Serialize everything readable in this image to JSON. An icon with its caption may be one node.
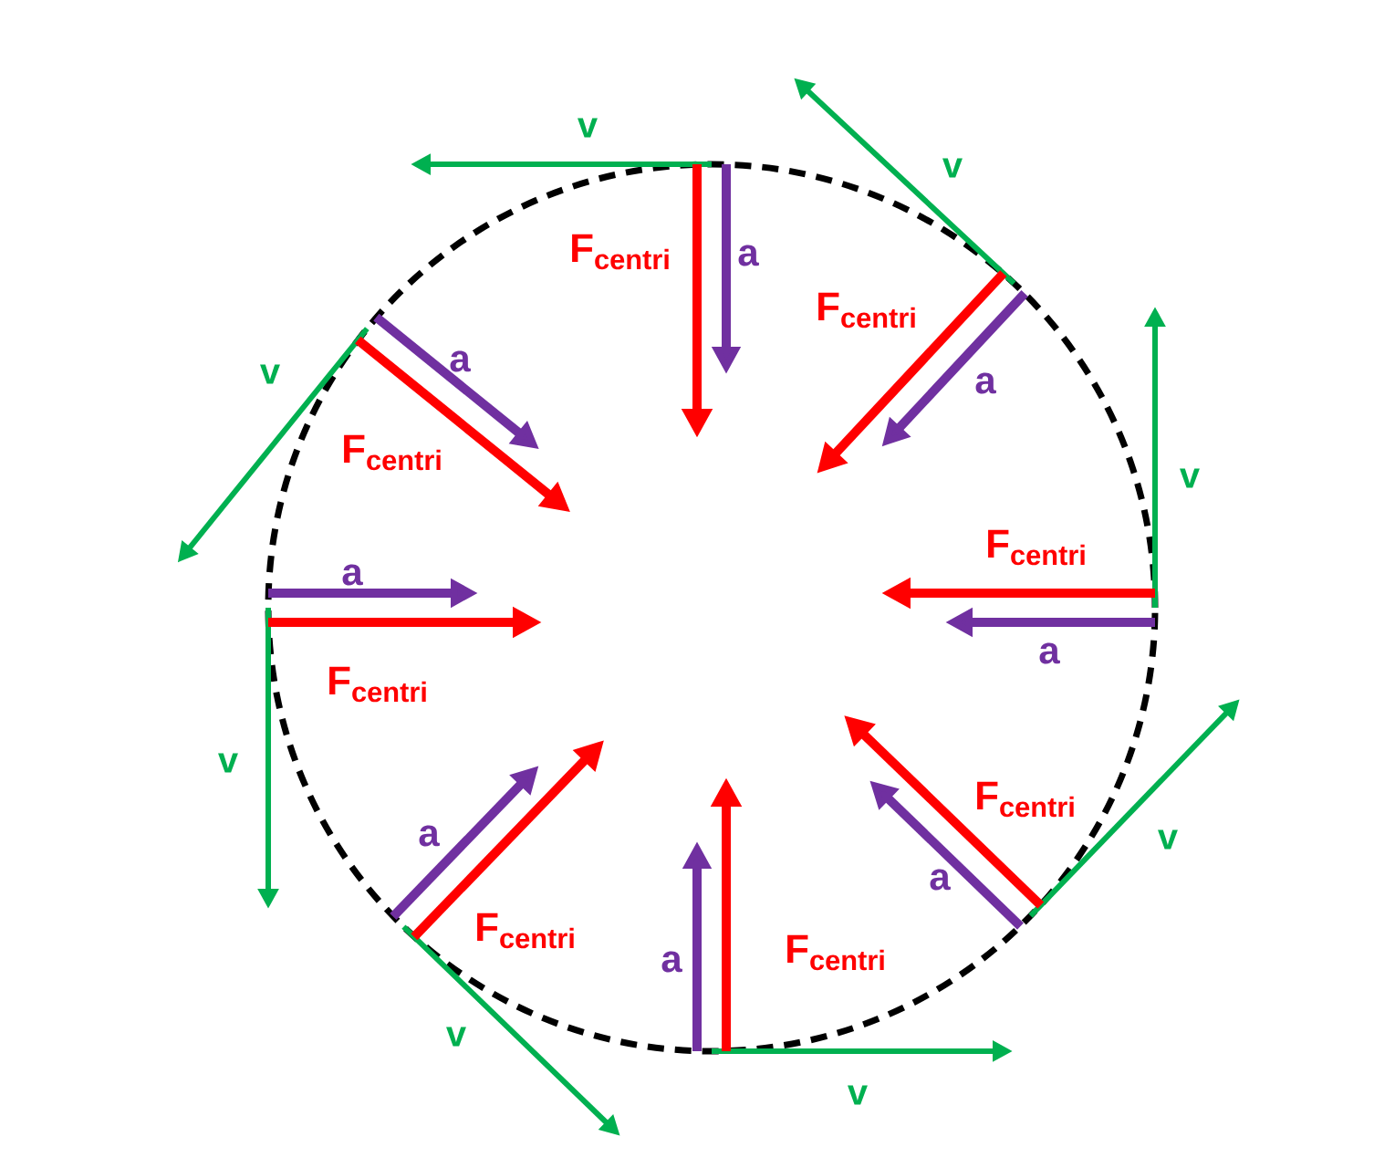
{
  "diagram": {
    "labels": [
      "v",
      "v",
      "F$_{centri}$",
      "a",
      "F$_{centri}$",
      "a",
      "v",
      "a",
      "F$_{centri}$",
      "v",
      "F$_{centri}$",
      "a",
      "a",
      "F$_{centri}$",
      "v",
      "F$_{centri}$",
      "a",
      "v",
      "a",
      "F$_{centri}$",
      "F$_{centri}$",
      "a",
      "v",
      "v"
    ]
  }
}
